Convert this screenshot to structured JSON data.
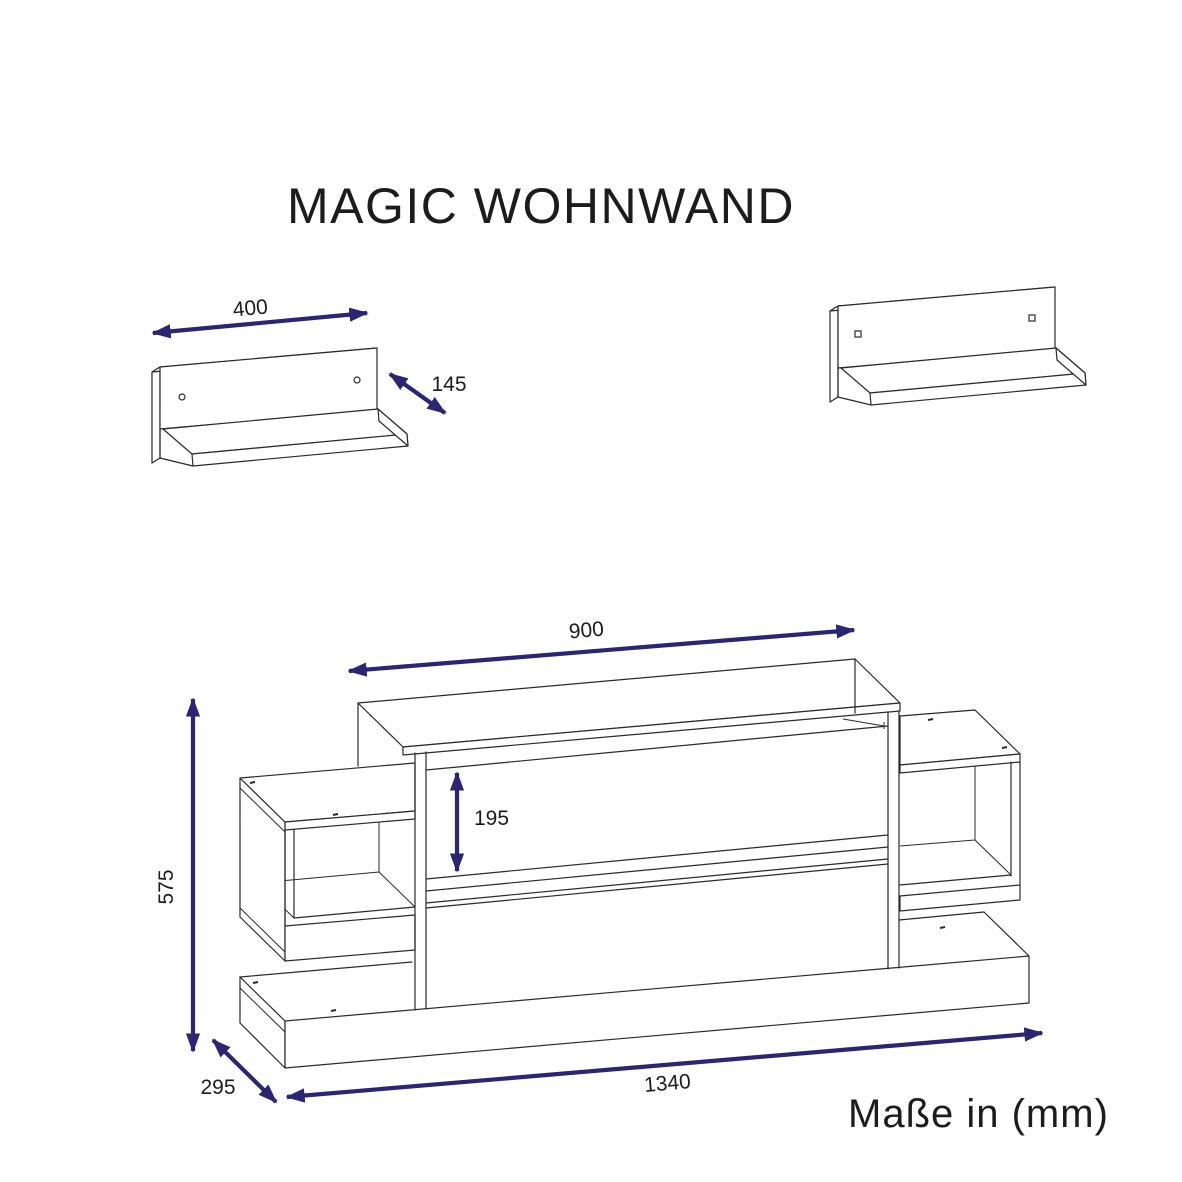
{
  "title": "MAGIC WOHNWAND",
  "units_note": "Maße in (mm)",
  "dimensions": {
    "wall_shelf_width": "400",
    "wall_shelf_depth": "145",
    "top_section_width": "900",
    "open_compartment_height": "195",
    "total_height": "575",
    "base_depth": "295",
    "total_width": "1340"
  },
  "colors": {
    "dimension_arrow": "#2b2573",
    "outline": "#2a2a2a",
    "background": "#ffffff"
  }
}
